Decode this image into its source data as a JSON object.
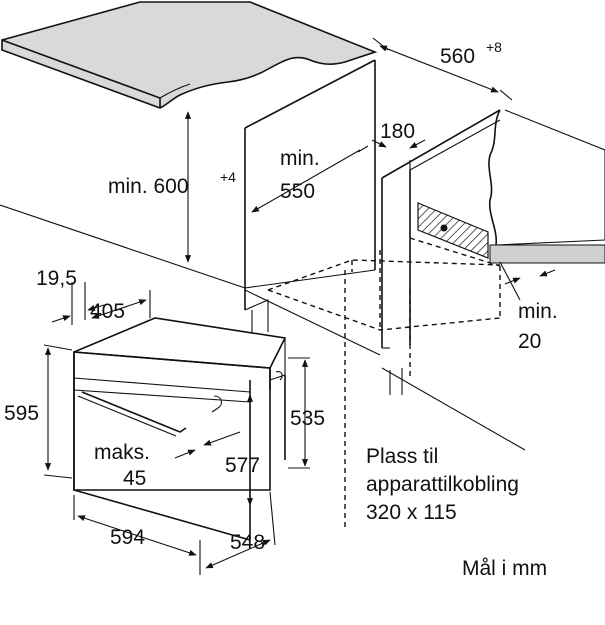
{
  "dimensions": {
    "niche_width": "560",
    "niche_width_tol": "+8",
    "cabinet_height_min": "min. 600",
    "cabinet_height_tol": "+4",
    "niche_depth_min_line1": "min.",
    "niche_depth_min_line2": "550",
    "rear_opening_depth": "180",
    "back_gap_line1": "min.",
    "back_gap_line2": "20",
    "front_offset": "19,5",
    "door_depth": "405",
    "oven_height": "595",
    "body_height": "535",
    "handle_protrusion_line1": "maks.",
    "handle_protrusion_line2": "45",
    "inner_height": "577",
    "oven_width": "594",
    "oven_depth": "548"
  },
  "notes": {
    "connection_line1": "Plass til",
    "connection_line2": "apparattilkobling",
    "connection_line3": "320 x 115",
    "units": "Mål i mm"
  }
}
